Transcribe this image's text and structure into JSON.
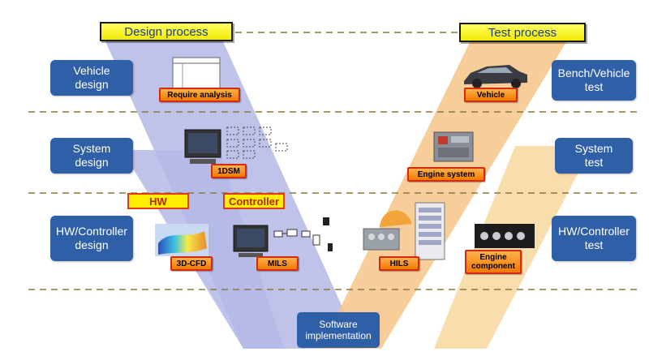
{
  "processes": {
    "design_title": "Design process",
    "test_title": "Test process"
  },
  "design_levels": {
    "vehicle": "Vehicle\ndesign",
    "system": "System\ndesign",
    "hw_controller": "HW/Controller\ndesign"
  },
  "test_levels": {
    "vehicle": "Bench/Vehicle\ntest",
    "system": "System\ntest",
    "hw_controller": "HW/Controller\ntest"
  },
  "category_tags": {
    "hw": "HW",
    "controller": "Controller"
  },
  "item_tags": {
    "require_analysis": "Require analysis",
    "one_dsm": "1DSM",
    "three_d_cfd": "3D-CFD",
    "mils": "MILS",
    "vehicle": "Vehicle",
    "engine_system": "Engine system",
    "hils": "HILS",
    "engine_component": "Engine\ncomponent"
  },
  "software_box": "Software\nimplementation",
  "colors": {
    "design_band": "#b4b9e6",
    "test_band": "#f6c487",
    "box_blue": "#2f5fa7",
    "title_yellow": "#ffff55",
    "tag_orange": "#f28a1a",
    "dashed_line": "#8a7a3a"
  }
}
